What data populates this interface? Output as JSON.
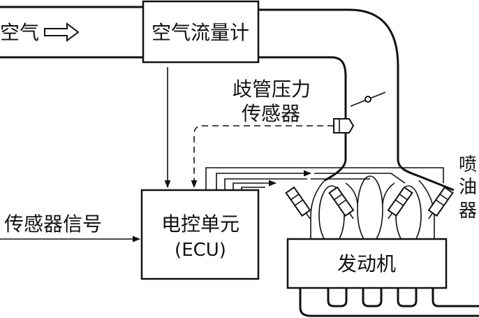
{
  "labels": {
    "air": "空气",
    "air_flow_meter": "空气流量计",
    "manifold_sensor_line1": "歧管压力",
    "manifold_sensor_line2": "传感器",
    "sensor_signal": "传感器信号",
    "ecu_line1": "电控单元",
    "ecu_line2": "(ECU)",
    "engine": "发动机",
    "injector_chars": [
      "喷",
      "油",
      "器"
    ]
  }
}
